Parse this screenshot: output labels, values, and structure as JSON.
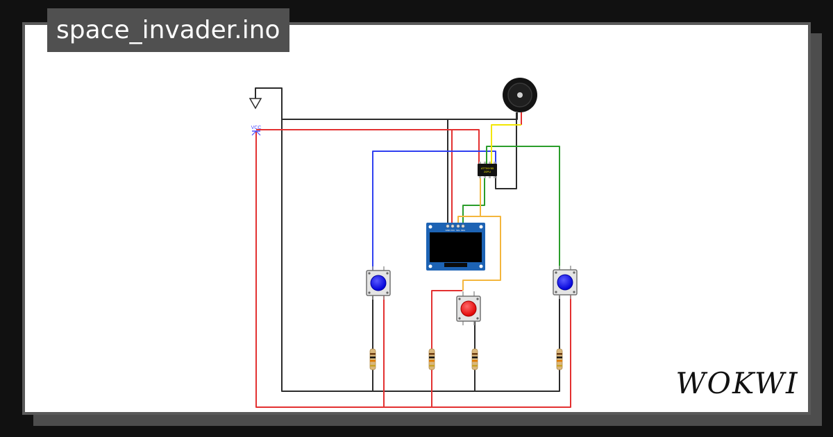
{
  "project": {
    "title": "space_invader.ino"
  },
  "brand": {
    "logo_text": "WOKWI"
  },
  "diagram": {
    "power_label": "VCC",
    "mcu_label_line1": "ATTINY85",
    "mcu_label_line2": "20PU",
    "oled_pin_labels": [
      "GND",
      "VCC",
      "SCL",
      "SDA"
    ]
  },
  "colors": {
    "wire_black": "#2b2b2b",
    "wire_red": "#e33030",
    "wire_blue": "#2f3ff0",
    "wire_green": "#2a9d2a",
    "wire_yellow": "#f2e600",
    "wire_orange": "#f4b63c",
    "button_blue": "#1717ff",
    "button_red": "#ff1717",
    "oled_board": "#1d63b4"
  }
}
